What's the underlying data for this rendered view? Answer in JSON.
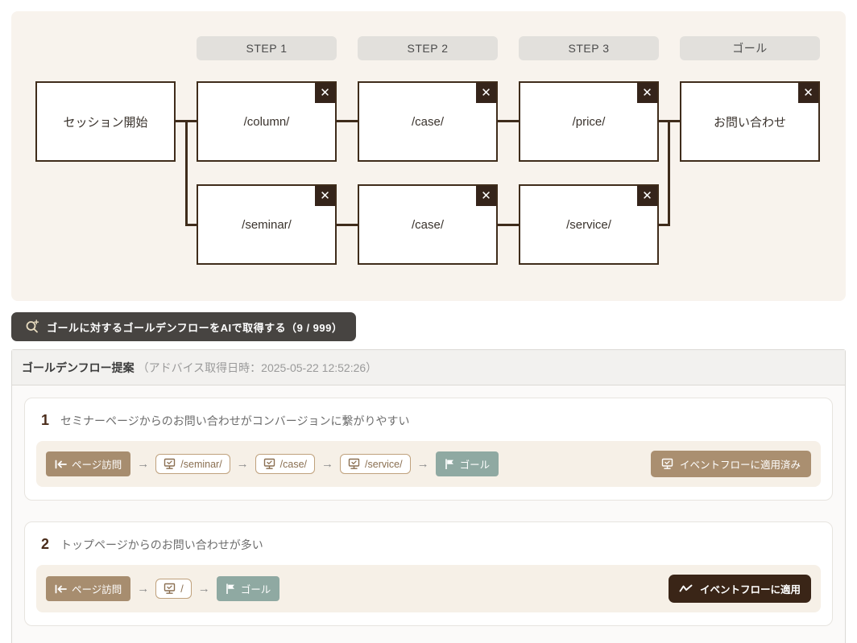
{
  "funnel": {
    "step_headers": [
      "STEP 1",
      "STEP 2",
      "STEP 3",
      "ゴール"
    ],
    "start_label": "セッション開始",
    "row1": [
      "/column/",
      "/case/",
      "/price/"
    ],
    "row2": [
      "/seminar/",
      "/case/",
      "/service/"
    ],
    "goal_label": "お問い合わせ"
  },
  "ai_button": {
    "label": "ゴールに対するゴールデンフローをAIで取得する（9 / 999）",
    "remaining": "9 / 999"
  },
  "suggestions": {
    "title": "ゴールデンフロー提案",
    "subtitle": "（アドバイス取得日時：2025-05-22 12:52:26）",
    "cards": [
      {
        "number": "1",
        "description": "セミナーページからのお問い合わせがコンバージョンに繋がりやすい",
        "chips": [
          {
            "type": "start",
            "label": "ページ訪問"
          },
          {
            "type": "page",
            "label": "/seminar/"
          },
          {
            "type": "page",
            "label": "/case/"
          },
          {
            "type": "page",
            "label": "/service/"
          },
          {
            "type": "goal",
            "label": "ゴール"
          }
        ],
        "action": {
          "label": "イベントフローに適用済み",
          "state": "applied"
        }
      },
      {
        "number": "2",
        "description": "トップページからのお問い合わせが多い",
        "chips": [
          {
            "type": "start",
            "label": "ページ訪問"
          },
          {
            "type": "page",
            "label": "/"
          },
          {
            "type": "goal",
            "label": "ゴール"
          }
        ],
        "action": {
          "label": "イベントフローに適用",
          "state": "apply"
        }
      }
    ]
  },
  "icons": {
    "arrow_separator": "→",
    "close": "✕"
  },
  "colors": {
    "panel_bg": "#f8f3ed",
    "node_border": "#3f2c1b",
    "close_bg": "#35241a",
    "step_header_bg": "#e2e0dc",
    "ai_button_bg": "#474441",
    "start_chip": "#a78d6f",
    "page_chip_border": "#bfa17c",
    "goal_chip": "#8fa9a2",
    "applied_badge": "#aa8f70",
    "apply_button": "#3a2517",
    "strip_bg": "#f6f0e7"
  }
}
